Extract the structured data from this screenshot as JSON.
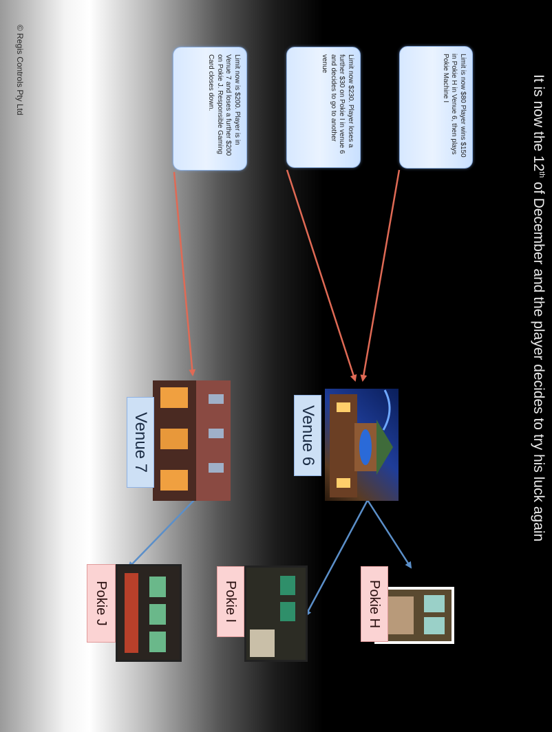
{
  "title": {
    "before": "It is now the 12",
    "superscript": "th",
    "after": " of December and the player decides to try his luck again"
  },
  "copyright": "© Regis Controls Pty Ltd",
  "notes": {
    "note1": "Limit is now $80 Player wins $150 in Pokie H in Venue 6, then plays Pokie Machine I",
    "note2": "Limit now $230. Player loses a further $30 on Pokie I in venue 6 and decides to go to another venue",
    "note3": "Limit now is $200. Player is in Venue 7 and loses a further $200 on Pokie J. Responsible Gaming Card closes down."
  },
  "venues": {
    "venue6": "Venue 6",
    "venue7": "Venue 7"
  },
  "pokies": {
    "pokieH": "Pokie H",
    "pokieI": "Pokie I",
    "pokieJ": "Pokie J"
  },
  "colors": {
    "arrow_from_note": "#e06a55",
    "arrow_to_pokie": "#5b8fc9",
    "note_border": "#8fb2e4",
    "venue_label_bg": "#cde0f5",
    "pokie_label_bg": "#fbd3d3"
  }
}
